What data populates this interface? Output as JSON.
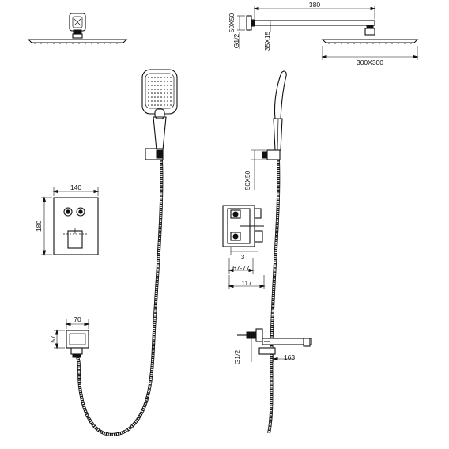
{
  "labels": {
    "arm_length": "380",
    "flange_size": "50X50",
    "thread_top": "G1/2",
    "arm_section": "35X15",
    "head_size": "300X300",
    "valve_width": "140",
    "valve_height": "180",
    "wall_outlet_width": "70",
    "wall_outlet_height": "57",
    "holder_size": "50X50",
    "valve_depth_small": "3",
    "valve_depth_range": "67-77",
    "valve_depth_total": "117",
    "thread_bottom": "G1/2",
    "spout_length": "163"
  }
}
